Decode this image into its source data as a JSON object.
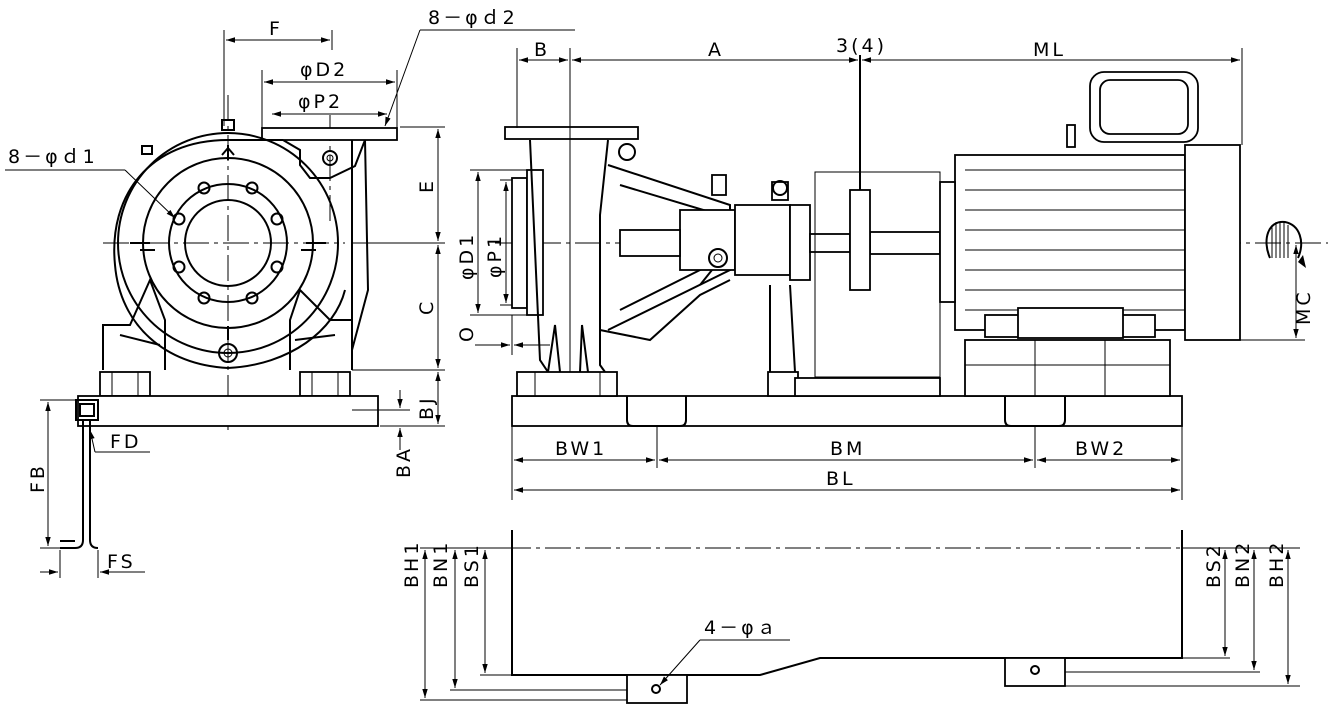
{
  "labels": {
    "F": "F",
    "d2": "8－φｄ2",
    "D2": "φD2",
    "P2": "φP2",
    "d1": "8－φｄ1",
    "E": "E",
    "C": "C",
    "BJ": "BJ",
    "BA": "BA",
    "FB": "FB",
    "FD": "FD",
    "FS": "FS",
    "B": "B",
    "A": "A",
    "coupling": "3(4)",
    "ML": "ML",
    "D1": "φD1",
    "P1": "φP1",
    "O": "O",
    "MC": "MC",
    "BW1": "BW1",
    "BM": "BM",
    "BW2": "BW2",
    "BL": "BL",
    "BH1": "BH1",
    "BN1": "BN1",
    "BS1": "BS1",
    "BS2": "BS2",
    "BN2": "BN2",
    "BH2": "BH2",
    "holes": "4－φａ"
  }
}
